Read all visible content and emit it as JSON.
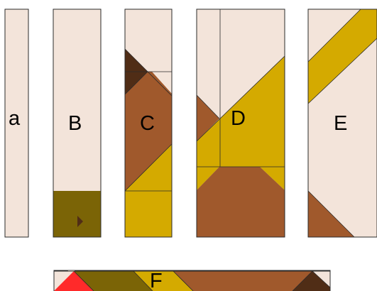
{
  "colors": {
    "cream": "#f3e4da",
    "olive": "#7b6406",
    "gold": "#d4aa00",
    "brown": "#a0592c",
    "dark": "#502d16",
    "red": "#ff2a2a",
    "outline": "#2b2b2b"
  },
  "pieces": [
    {
      "id": "a",
      "label": "a"
    },
    {
      "id": "b",
      "label": "B"
    },
    {
      "id": "c",
      "label": "C"
    },
    {
      "id": "d",
      "label": "D"
    },
    {
      "id": "e",
      "label": "E"
    },
    {
      "id": "f",
      "label": "F"
    }
  ],
  "icons": {
    "b_marker": "play-triangle-icon"
  }
}
